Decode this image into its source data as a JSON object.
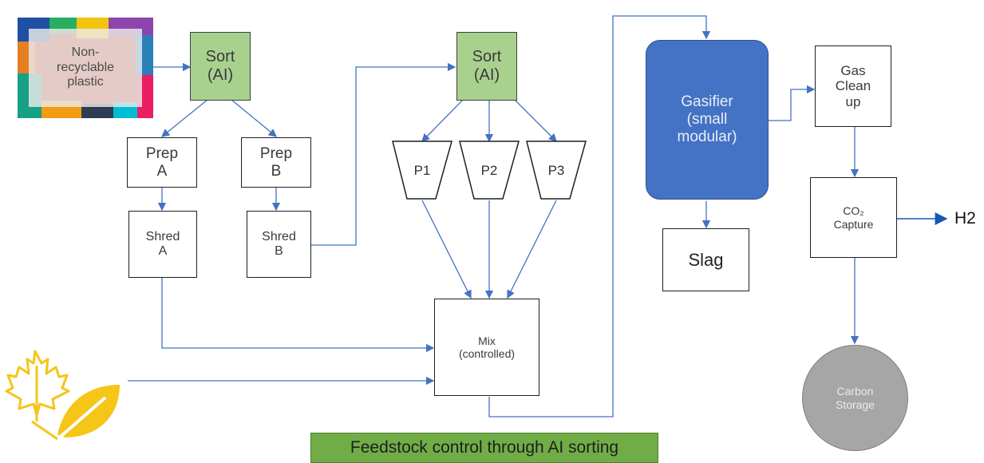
{
  "input": {
    "line1": "Non-",
    "line2": "recyclable",
    "line3": "plastic"
  },
  "sort1": {
    "line1": "Sort",
    "line2": "(AI)"
  },
  "sort2": {
    "line1": "Sort",
    "line2": "(AI)"
  },
  "prep_a": {
    "line1": "Prep",
    "line2": "A"
  },
  "prep_b": {
    "line1": "Prep",
    "line2": "B"
  },
  "shred_a": {
    "line1": "Shred",
    "line2": "A"
  },
  "shred_b": {
    "line1": "Shred",
    "line2": "B"
  },
  "p1": "P1",
  "p2": "P2",
  "p3": "P3",
  "mix": {
    "line1": "Mix",
    "line2": "(controlled)"
  },
  "gasifier": {
    "line1": "Gasifier",
    "line2": "(small",
    "line3": "modular)"
  },
  "slag": "Slag",
  "gas_cleanup": {
    "line1": "Gas",
    "line2": "Clean",
    "line3": "up"
  },
  "co2_capture": {
    "line1": "CO₂",
    "line2": "Capture"
  },
  "h2": "H2",
  "carbon_storage": {
    "line1": "Carbon",
    "line2": "Storage"
  },
  "caption": "Feedstock control through AI sorting",
  "colors": {
    "arrow": "#4472c4",
    "gasifier": "#4472c4",
    "sort": "#a9d18e",
    "caption_bg": "#70ad47",
    "storage": "#a6a6a6",
    "biomass_icon": "#f5c518"
  },
  "icons": {
    "biomass": "maple-leaf-and-leaf-icon"
  }
}
